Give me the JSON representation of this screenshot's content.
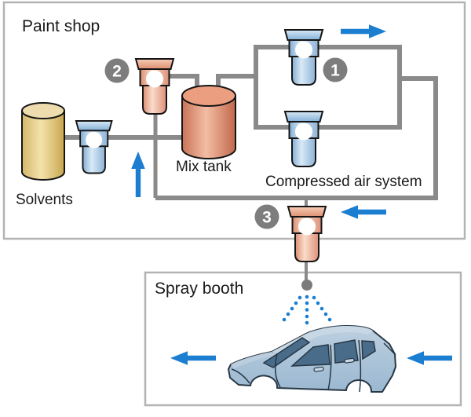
{
  "paint_shop": {
    "title": "Paint shop",
    "solvents_label": "Solvents",
    "mix_tank_label": "Mix tank",
    "compressed_air_label": "Compressed air system",
    "badges": {
      "b1": "1",
      "b2": "2",
      "b3": "3"
    }
  },
  "spray_booth": {
    "title": "Spray booth"
  },
  "colors": {
    "flow_arrow_blue": "#1b7ed0",
    "spray_dot_blue": "#1b7ed0",
    "pipe_gray": "#8a8a8a",
    "badge_gray": "#7d7d7d",
    "box_border_gray": "#b3b3b3",
    "filter_blue_light": "#d8eaf7",
    "filter_blue_dark": "#84add2",
    "filter_salmon_light": "#fadccb",
    "filter_salmon_dark": "#db8e70",
    "solvent_cylinder_yellow": "#f3e3ac",
    "mix_tank_salmon": "#f3bda4",
    "car_body_blue_gray": "#a9c3d8",
    "car_window_slate": "#496c8b",
    "outline_dark": "#151515",
    "text_color": "#1a1a1a"
  }
}
